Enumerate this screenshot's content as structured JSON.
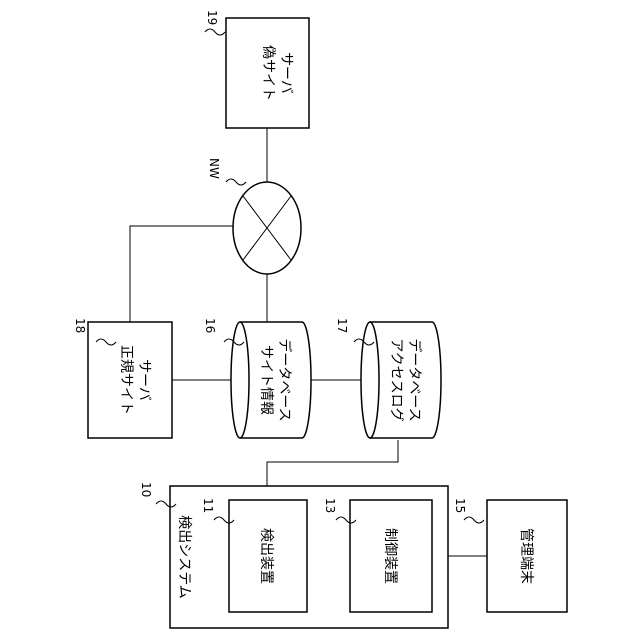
{
  "fake_server": {
    "ref": "19",
    "line1": "偽サイト",
    "line2": "サーバ"
  },
  "network": {
    "ref": "NW"
  },
  "legit_server": {
    "ref": "18",
    "line1": "正規サイト",
    "line2": "サーバ"
  },
  "site_db": {
    "ref": "16",
    "line1": "サイト情報",
    "line2": "データベース"
  },
  "access_log_db": {
    "ref": "17",
    "line1": "アクセスログ",
    "line2": "データベース"
  },
  "detection_system": {
    "ref": "10",
    "label": "検出システム"
  },
  "detector": {
    "ref": "11",
    "label": "検出装置"
  },
  "controller": {
    "ref": "13",
    "label": "制御装置"
  },
  "admin_terminal": {
    "ref": "15",
    "label": "管理端末"
  }
}
